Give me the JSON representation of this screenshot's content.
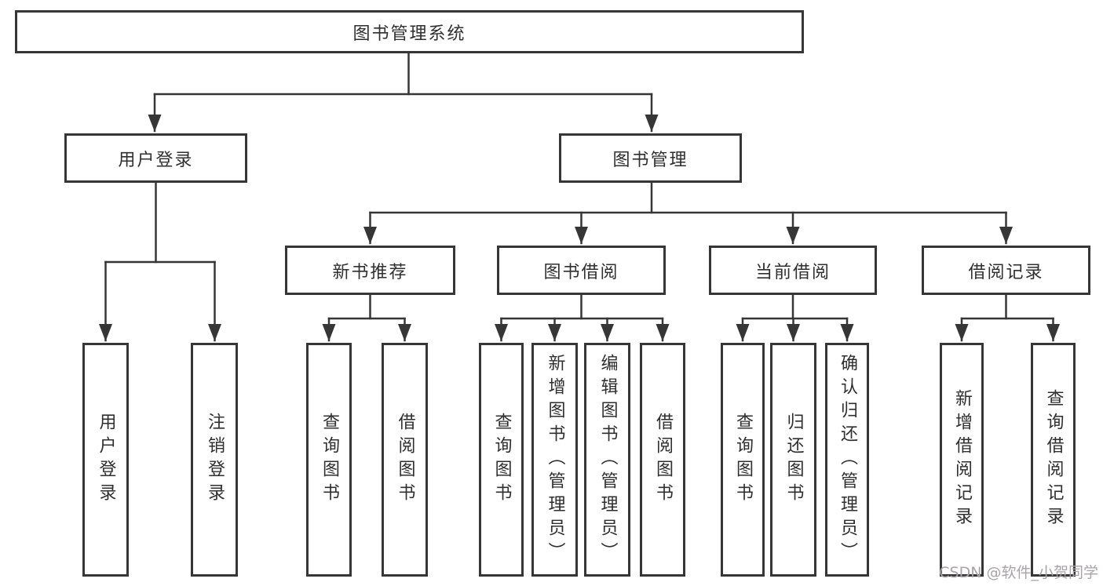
{
  "diagram_title": "图书管理系统",
  "tree": {
    "root": {
      "label": "图书管理系统"
    },
    "branches": [
      {
        "label": "用户登录",
        "leaves": [
          {
            "label": "用户登录"
          },
          {
            "label": "注销登录"
          }
        ]
      },
      {
        "label": "图书管理",
        "sections": [
          {
            "label": "新书推荐",
            "leaves": [
              {
                "label": "查询图书"
              },
              {
                "label": "借阅图书"
              }
            ]
          },
          {
            "label": "图书借阅",
            "leaves": [
              {
                "label": "查询图书"
              },
              {
                "label": "新增图书（管理员）"
              },
              {
                "label": "编辑图书（管理员）"
              },
              {
                "label": "借阅图书"
              }
            ]
          },
          {
            "label": "当前借阅",
            "leaves": [
              {
                "label": "查询图书"
              },
              {
                "label": "归还图书"
              },
              {
                "label": "确认归还（管理员）"
              }
            ]
          },
          {
            "label": "借阅记录",
            "leaves": [
              {
                "label": "新增借阅记录"
              },
              {
                "label": "查询借阅记录"
              }
            ]
          }
        ]
      }
    ]
  },
  "watermark": {
    "text": "CSDN @软件_小贺同学"
  },
  "colors": {
    "line_color": "#363636",
    "text_color": "#2f2f2f",
    "bg_color": "#ffffff",
    "watermark_color": "#a8a4a7"
  }
}
